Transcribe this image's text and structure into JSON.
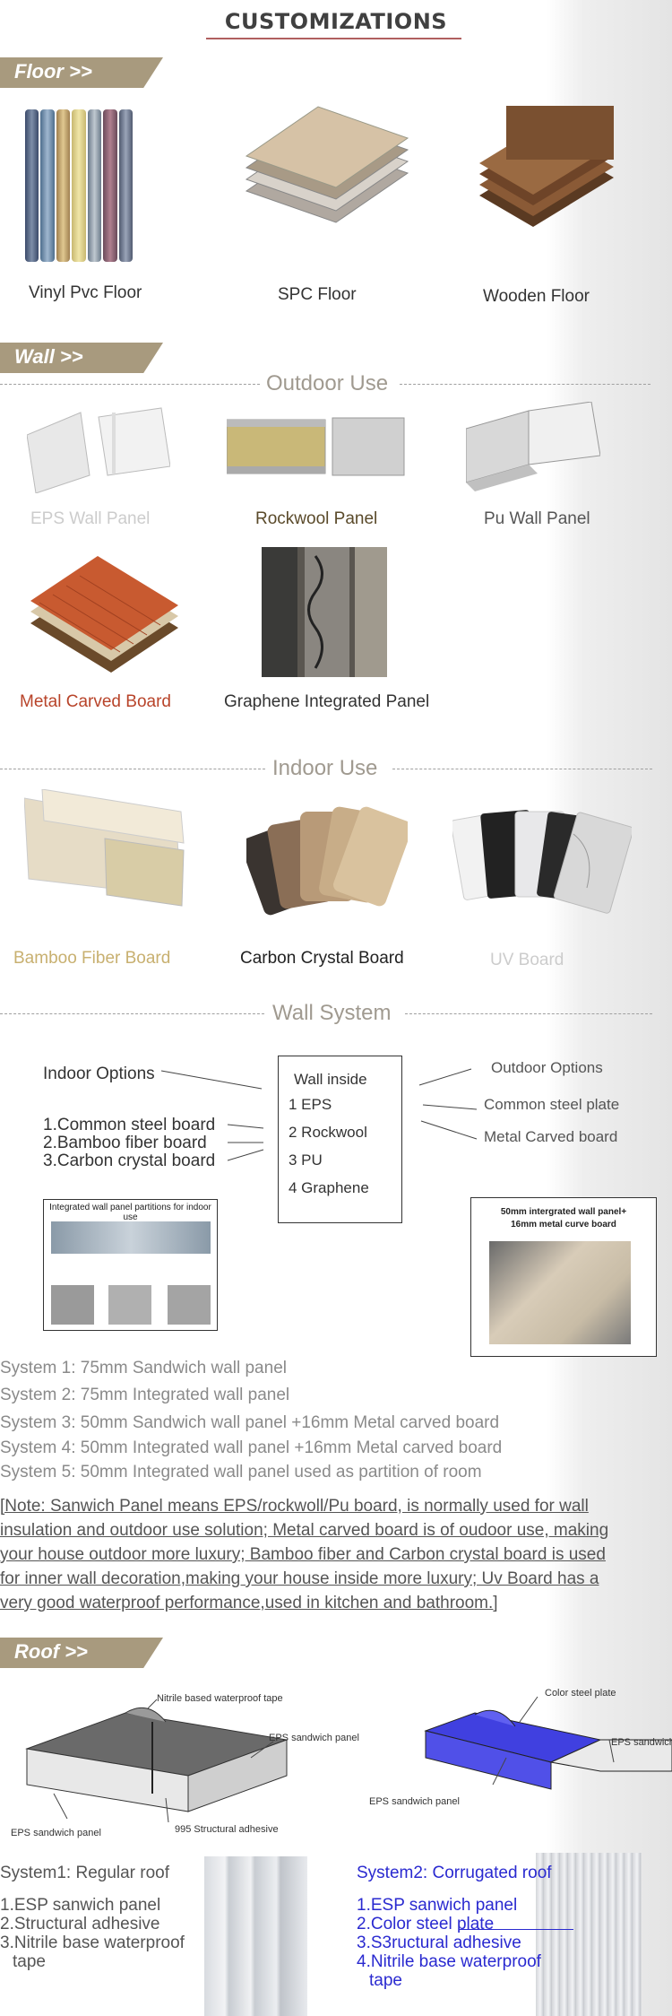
{
  "page_title": "CUSTOMIZATIONS",
  "sections": {
    "floor_tag": "Floor >>",
    "wall_tag": "Wall >>",
    "roof_tag": "Roof >>"
  },
  "floor_items": [
    {
      "label": "Vinyl Pvc Floor",
      "color": "#d9cfa0"
    },
    {
      "label": "SPC Floor",
      "color": "#d9cfa0"
    },
    {
      "label": "Wooden Floor",
      "color": "#333333"
    }
  ],
  "dividers": {
    "outdoor": "Outdoor Use",
    "indoor": "Indoor Use",
    "wall_system": "Wall System"
  },
  "outdoor_items": [
    {
      "label": "EPS Wall Panel",
      "color": "#cccccc"
    },
    {
      "label": "Rockwool Panel",
      "color": "#5a4a2a"
    },
    {
      "label": "Pu Wall Panel",
      "color": "#555555"
    },
    {
      "label": "Metal Carved Board",
      "color": "#b8442a"
    },
    {
      "label": "Graphene Integrated Panel",
      "color": "#333333"
    }
  ],
  "indoor_items": [
    {
      "label": "Bamboo Fiber Board",
      "color": "#c8b070"
    },
    {
      "label": "Carbon Crystal Board",
      "color": "#222222"
    },
    {
      "label": "UV Board",
      "color": "#cccccc"
    }
  ],
  "wall_system": {
    "indoor_options": "Indoor Options",
    "indoor_list": [
      "1.Common steel board",
      "2.Bamboo fiber board",
      "3.Carbon crystal board"
    ],
    "center_title": "Wall inside",
    "center_list": [
      "1 EPS",
      "2 Rockwool",
      "3 PU",
      "4 Graphene"
    ],
    "outdoor_options": "Outdoor Options",
    "outdoor_list": [
      "Common steel plate",
      "Metal Carved board"
    ],
    "left_image_caption": "Integrated wall panel partitions for indoor use",
    "right_image_caption_1": "50mm intergrated wall panel+",
    "right_image_caption_2": "16mm metal curve board"
  },
  "systems": [
    "System 1:  75mm Sandwich wall panel",
    "System 2:  75mm Integrated wall panel",
    "System 3:  50mm Sandwich wall panel +16mm Metal carved board",
    "System 4:  50mm Integrated wall panel +16mm Metal carved board",
    "System 5:  50mm Integrated wall panel used as partition of room"
  ],
  "note_lines": [
    "[Note:  Sanwich Panel means EPS/rockwoll/Pu board, is normally used for wall",
    "insulation and outdoor use solution; Metal carved board is of oudoor use, making",
    "your house outdoor more luxury; Bamboo fiber and Carbon crystal board is used",
    "for inner wall decoration,making your house inside more luxury; Uv Board has a",
    "very good waterproof performance,used in kitchen and bathroom.]"
  ],
  "roof": {
    "left_labels": {
      "tape": "Nitrile based waterproof tape",
      "eps_right": "EPS sandwich panel",
      "eps_left": "EPS sandwich panel",
      "adhesive": "995 Structural adhesive"
    },
    "right_labels": {
      "plate": "Color steel plate",
      "eps_right": "EPS sandwich",
      "eps_bottom": "EPS sandwich panel"
    },
    "system1": {
      "title": "System1: Regular roof",
      "items": [
        "1.ESP sanwich panel",
        "2.Structural adhesive",
        "3.Nitrile base waterproof",
        "   tape"
      ]
    },
    "system2": {
      "title": "System2: Corrugated roof",
      "items": [
        "1.ESP sanwich panel",
        "2.Color steel plate",
        "3.S3ructural adhesive",
        "4.Nitrile base waterproof",
        "   tape"
      ]
    }
  },
  "colors": {
    "tag": "#a89a7e",
    "system2": "#2a2ad0",
    "corrugated": "#4040e0"
  }
}
